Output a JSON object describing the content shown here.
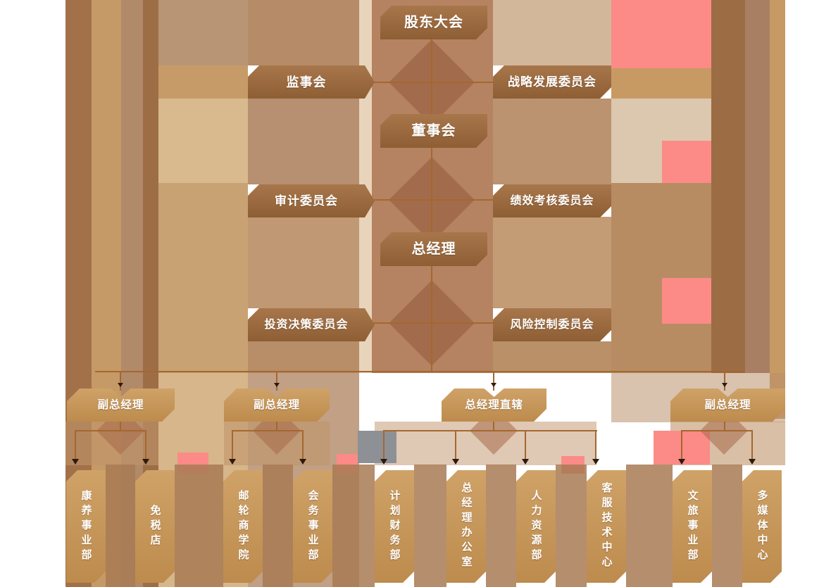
{
  "palette": {
    "box_dark_top": "#a8764b",
    "box_dark_bottom": "#8e5e34",
    "box_tan_top": "#cfa267",
    "box_tan_bottom": "#bd8b4d",
    "connector": "#a5672e",
    "accent_pink": "#fc8a87",
    "text": "#ffffff"
  },
  "org": {
    "level1": {
      "label": "股东大会"
    },
    "level2": {
      "left": {
        "label": "监事会"
      },
      "right": {
        "label": "战略发展委员会"
      }
    },
    "level3": {
      "label": "董事会"
    },
    "level4": {
      "left": {
        "label": "审计委员会"
      },
      "right": {
        "label": "绩效考核委员会"
      }
    },
    "level5": {
      "label": "总经理"
    },
    "level6": {
      "left": {
        "label": "投资决策委员会"
      },
      "right": {
        "label": "风险控制委员会"
      }
    },
    "branches": [
      {
        "label": "副总经理"
      },
      {
        "label": "副总经理"
      },
      {
        "label": "总经理直辖"
      },
      {
        "label": "副总经理"
      }
    ],
    "departments": [
      {
        "label": "康养事业部"
      },
      {
        "label": "免税店"
      },
      {
        "label": "邮轮商学院"
      },
      {
        "label": "会务事业部"
      },
      {
        "label": "计划财务部"
      },
      {
        "label": "总经理办公室"
      },
      {
        "label": "人力资源部"
      },
      {
        "label": "客服技术中心"
      },
      {
        "label": "文旅事业部"
      },
      {
        "label": "多媒体中心"
      }
    ]
  }
}
